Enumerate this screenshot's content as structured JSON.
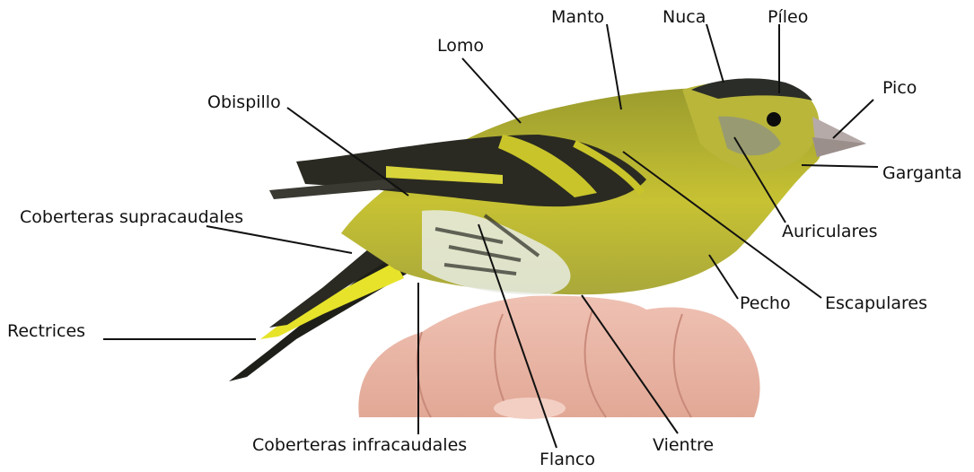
{
  "labels": {
    "manto": "Manto",
    "nuca": "Nuca",
    "pileo": "Píleo",
    "lomo": "Lomo",
    "pico": "Pico",
    "obispillo": "Obispillo",
    "garganta": "Garganta",
    "coberteras_supracaudales": "Coberteras supracaudales",
    "auriculares": "Auriculares",
    "pecho": "Pecho",
    "escapulares": "Escapulares",
    "rectrices": "Rectrices",
    "coberteras_infracaudales": "Coberteras infracaudales",
    "vientre": "Vientre",
    "flanco": "Flanco"
  },
  "colors": {
    "plumage_yellow": "#c9c42a",
    "plumage_olive": "#8e8f2a",
    "dark_bars": "#1e1e1a",
    "skin": "#e9b3a3"
  }
}
